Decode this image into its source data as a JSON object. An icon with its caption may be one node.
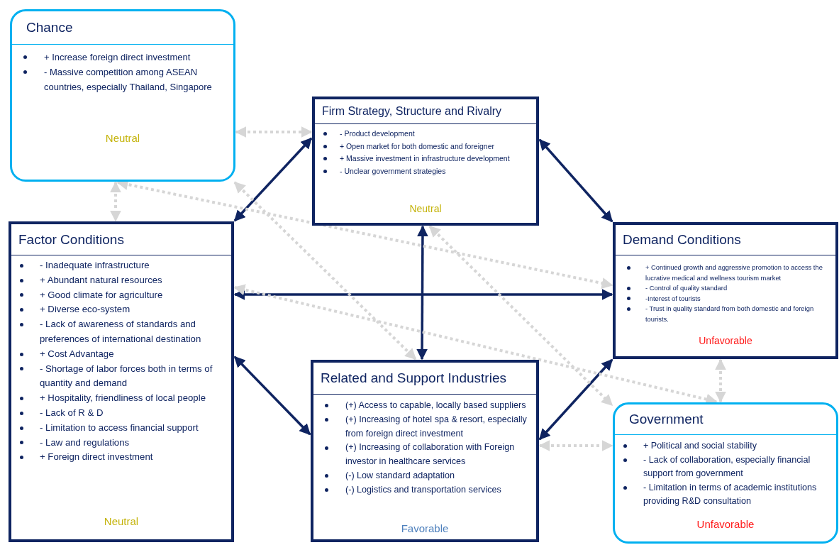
{
  "diagram": {
    "nodes": [
      {
        "text": [
          "Chance",
          "+ Increase foreign direct investment",
          "- Massive competition among ASEAN countries, especially Thailand, Singapore",
          "Neutral"
        ]
      },
      {
        "text": [
          "Firm Strategy, Structure and Rivalry",
          "- Product development",
          "+ Open market for both domestic and foreigner",
          "+ Massive investment in infrastructure development",
          "- Unclear government strategies",
          "Neutral"
        ]
      },
      {
        "text": [
          "Factor Conditions",
          "- Inadequate infrastructure",
          "+ Abundant natural resources",
          "+ Good climate for agriculture",
          "+ Diverse eco-system",
          "- Lack of awareness of standards and preferences of international destination",
          "+ Cost Advantage",
          "- Shortage of labor forces both in terms of quantity and demand",
          "+ Hospitality, friendliness of local people",
          "- Lack of R & D",
          "- Limitation to access financial support",
          "- Law and regulations",
          "+ Foreign direct investment",
          "Neutral"
        ]
      },
      {
        "text": [
          "Demand Conditions",
          "+ Continued growth and aggressive promotion to access the lucrative medical and wellness tourism market",
          "- Control of quality standard",
          "-Interest of tourists",
          "- Trust in quality standard from both domestic and foreign tourists.",
          "Unfavorable"
        ]
      },
      {
        "text": [
          "Related and Support Industries",
          "(+) Access to capable, locally based suppliers",
          "(+) Increasing of hotel spa & resort, especially from foreign direct investment",
          "(+) Increasing of collaboration with Foreign investor in healthcare services",
          "(-) Low standard adaptation",
          "(-) Logistics and transportation services",
          "Favorable"
        ]
      },
      {
        "text": [
          "Government",
          "+ Political and social stability",
          "- Lack of collaboration, especially financial support from government",
          "- Limitation in terms of academic institutions providing R&D consultation",
          "Unfavorable"
        ]
      }
    ],
    "edges": [
      {
        "from": 2,
        "to": 1,
        "arrow": "both",
        "color": "#0f2461"
      },
      {
        "from": 1,
        "to": 3,
        "arrow": "both",
        "color": "#0f2461"
      },
      {
        "from": 1,
        "to": 4,
        "arrow": "both",
        "color": "#0f2461"
      },
      {
        "from": 2,
        "to": 3,
        "arrow": "both",
        "color": "#0f2461"
      },
      {
        "from": 2,
        "to": 4,
        "arrow": "both",
        "color": "#0f2461"
      },
      {
        "from": 4,
        "to": 3,
        "arrow": "both",
        "color": "#0f2461"
      },
      {
        "from": 0,
        "to": 1,
        "arrow": "both",
        "style": "dashed"
      },
      {
        "from": 0,
        "to": 2,
        "arrow": "both",
        "style": "dashed"
      },
      {
        "from": 0,
        "to": 3,
        "arrow": "both",
        "style": "dashed"
      },
      {
        "from": 0,
        "to": 4,
        "arrow": "both",
        "style": "dashed"
      },
      {
        "from": 1,
        "to": 5,
        "arrow": "both",
        "style": "dashed"
      },
      {
        "from": 2,
        "to": 5,
        "arrow": "both",
        "style": "dashed"
      },
      {
        "from": 3,
        "to": 5,
        "arrow": "both",
        "style": "dashed"
      },
      {
        "from": 4,
        "to": 5,
        "arrow": "both",
        "style": "dashed"
      }
    ]
  }
}
